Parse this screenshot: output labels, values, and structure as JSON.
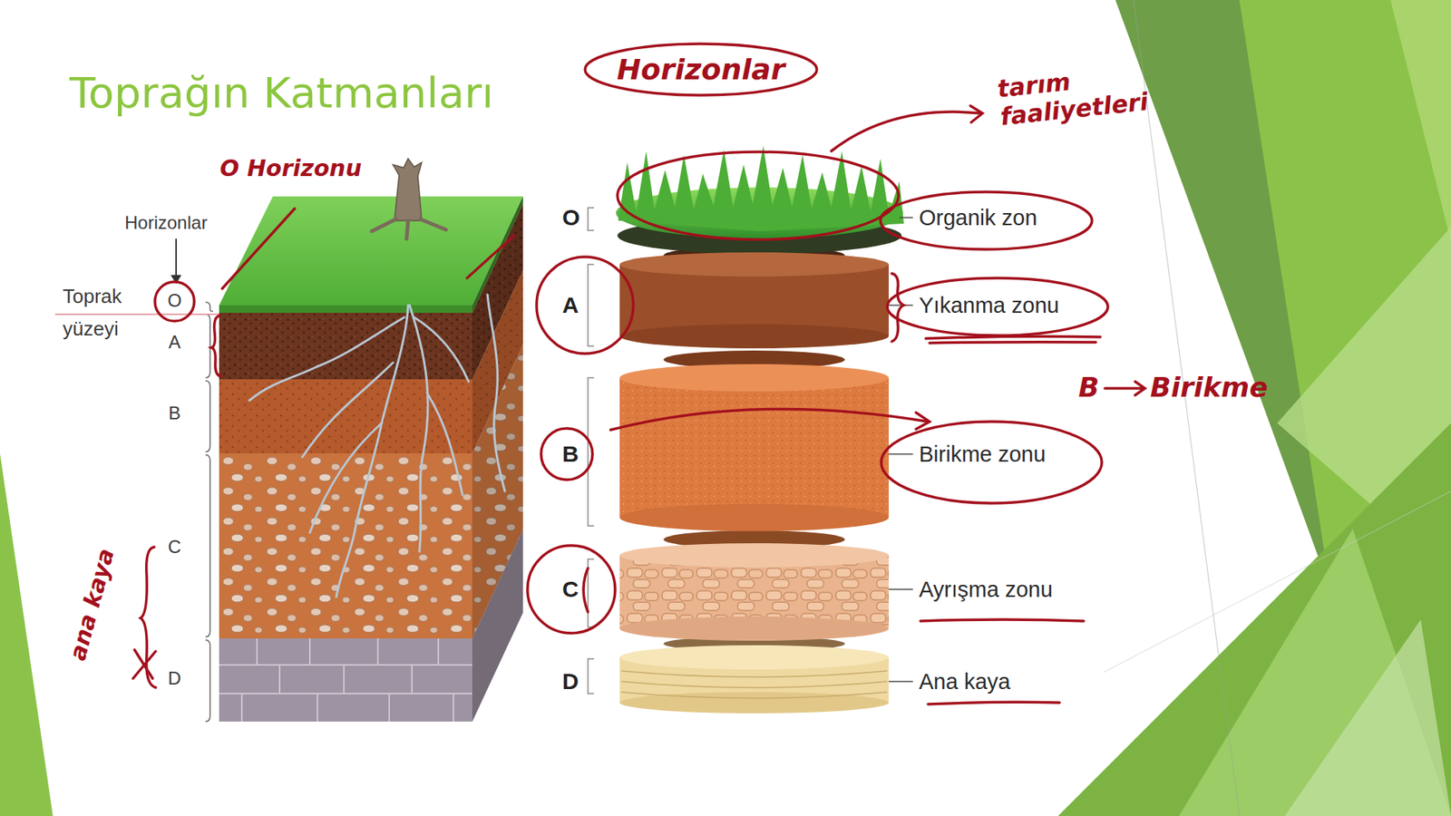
{
  "diagram": {
    "title": "Toprağın Katmanları",
    "nodes": [
      {
        "text": [
          "Horizonlar"
        ]
      },
      {
        "text": [
          "O",
          "Organik zon"
        ]
      },
      {
        "text": [
          "A",
          "Yıkanma zonu"
        ]
      },
      {
        "text": [
          "B",
          "Birikme zonu"
        ]
      },
      {
        "text": [
          "C",
          "Ayrışma zonu"
        ]
      },
      {
        "text": [
          "D",
          "Ana kaya"
        ]
      }
    ],
    "labels": [
      "O Horizonu",
      "tarım faaliyetleri",
      "Horizonlar",
      "Toprak yüzeyi",
      "O",
      "A",
      "B",
      "C",
      "D",
      "ana kaya",
      "B",
      "Birikme"
    ]
  }
}
